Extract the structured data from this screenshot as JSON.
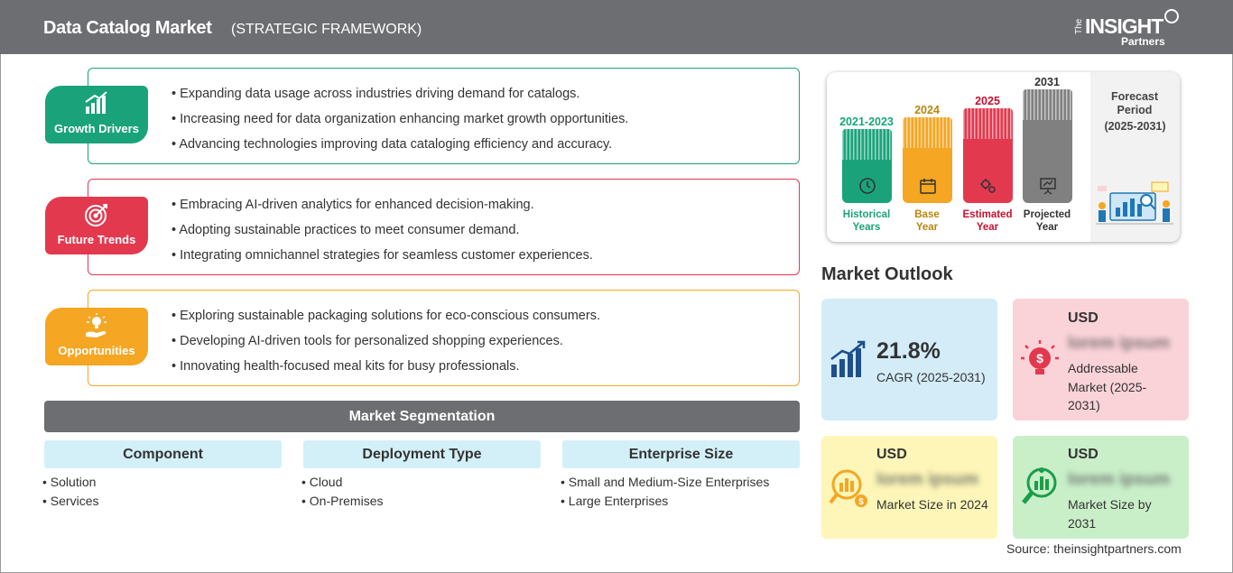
{
  "header": {
    "title": "Data Catalog Market",
    "subtitle": "(STRATEGIC FRAMEWORK)",
    "logo": {
      "the": "The",
      "insight": "INSIGHT",
      "partners": "Partners"
    }
  },
  "colors": {
    "drivers": "#1aa37a",
    "trends": "#e3394f",
    "opportunities": "#f5a623",
    "header": "#6d6e71"
  },
  "framework": [
    {
      "label": "Growth Drivers",
      "icon": "growth-chart-icon",
      "items": [
        "Expanding data usage across industries driving demand for catalogs.",
        "Increasing need for data organization enhancing market growth opportunities.",
        "Advancing technologies improving data cataloging efficiency and accuracy."
      ]
    },
    {
      "label": "Future Trends",
      "icon": "target-icon",
      "items": [
        "Embracing AI-driven analytics for enhanced decision-making.",
        "Adopting sustainable practices to meet consumer demand.",
        "Integrating omnichannel strategies for seamless customer experiences."
      ]
    },
    {
      "label": "Opportunities",
      "icon": "lightbulb-hand-icon",
      "items": [
        "Exploring sustainable packaging solutions for eco-conscious consumers.",
        "Developing AI-driven tools for personalized shopping experiences.",
        "Innovating health-focused meal kits for busy professionals."
      ]
    }
  ],
  "segmentation": {
    "title": "Market Segmentation",
    "columns": [
      {
        "header": "Component",
        "items": [
          "Solution",
          "Services"
        ]
      },
      {
        "header": "Deployment Type",
        "items": [
          "Cloud",
          "On-Premises"
        ]
      },
      {
        "header": "Enterprise Size",
        "items": [
          "Small and Medium-Size Enterprises",
          "Large Enterprises"
        ]
      }
    ]
  },
  "timeline": {
    "periods": [
      {
        "year": "2021-2023",
        "label_1": "Historical",
        "label_2": "Years",
        "color": "#1aa37a",
        "icon": "history-icon"
      },
      {
        "year": "2024",
        "label_1": "Base",
        "label_2": "Year",
        "color": "#f5a623",
        "icon": "calendar-icon"
      },
      {
        "year": "2025",
        "label_1": "Estimated",
        "label_2": "Year",
        "color": "#e3394f",
        "icon": "gears-icon"
      },
      {
        "year": "2031",
        "label_1": "Projected",
        "label_2": "Year",
        "color": "#808080",
        "icon": "presentation-icon"
      }
    ],
    "forecast_label": "Forecast Period",
    "forecast_range": "(2025-2031)"
  },
  "outlook": {
    "title": "Market Outlook",
    "cagr": {
      "value": "21.8%",
      "label": "CAGR (2025-2031)",
      "bg": "#d3ecf8",
      "icon": "growth-chart-icon"
    },
    "addressable": {
      "usd": "USD",
      "blurred": "lorem ipsum",
      "label": "Addressable Market (2025-2031)",
      "bg": "#fad3d8",
      "icon": "dollar-bulb-icon"
    },
    "size_2024": {
      "usd": "USD",
      "blurred": "lorem ipsum",
      "label": "Market Size in 2024",
      "bg": "#fdf6b8",
      "icon": "money-chart-icon"
    },
    "size_2031": {
      "usd": "USD",
      "blurred": "lorem ipsum",
      "label": "Market Size by 2031",
      "bg": "#c9efc9",
      "icon": "magnifier-chart-icon"
    }
  },
  "source": "Source: theinsightpartners.com"
}
